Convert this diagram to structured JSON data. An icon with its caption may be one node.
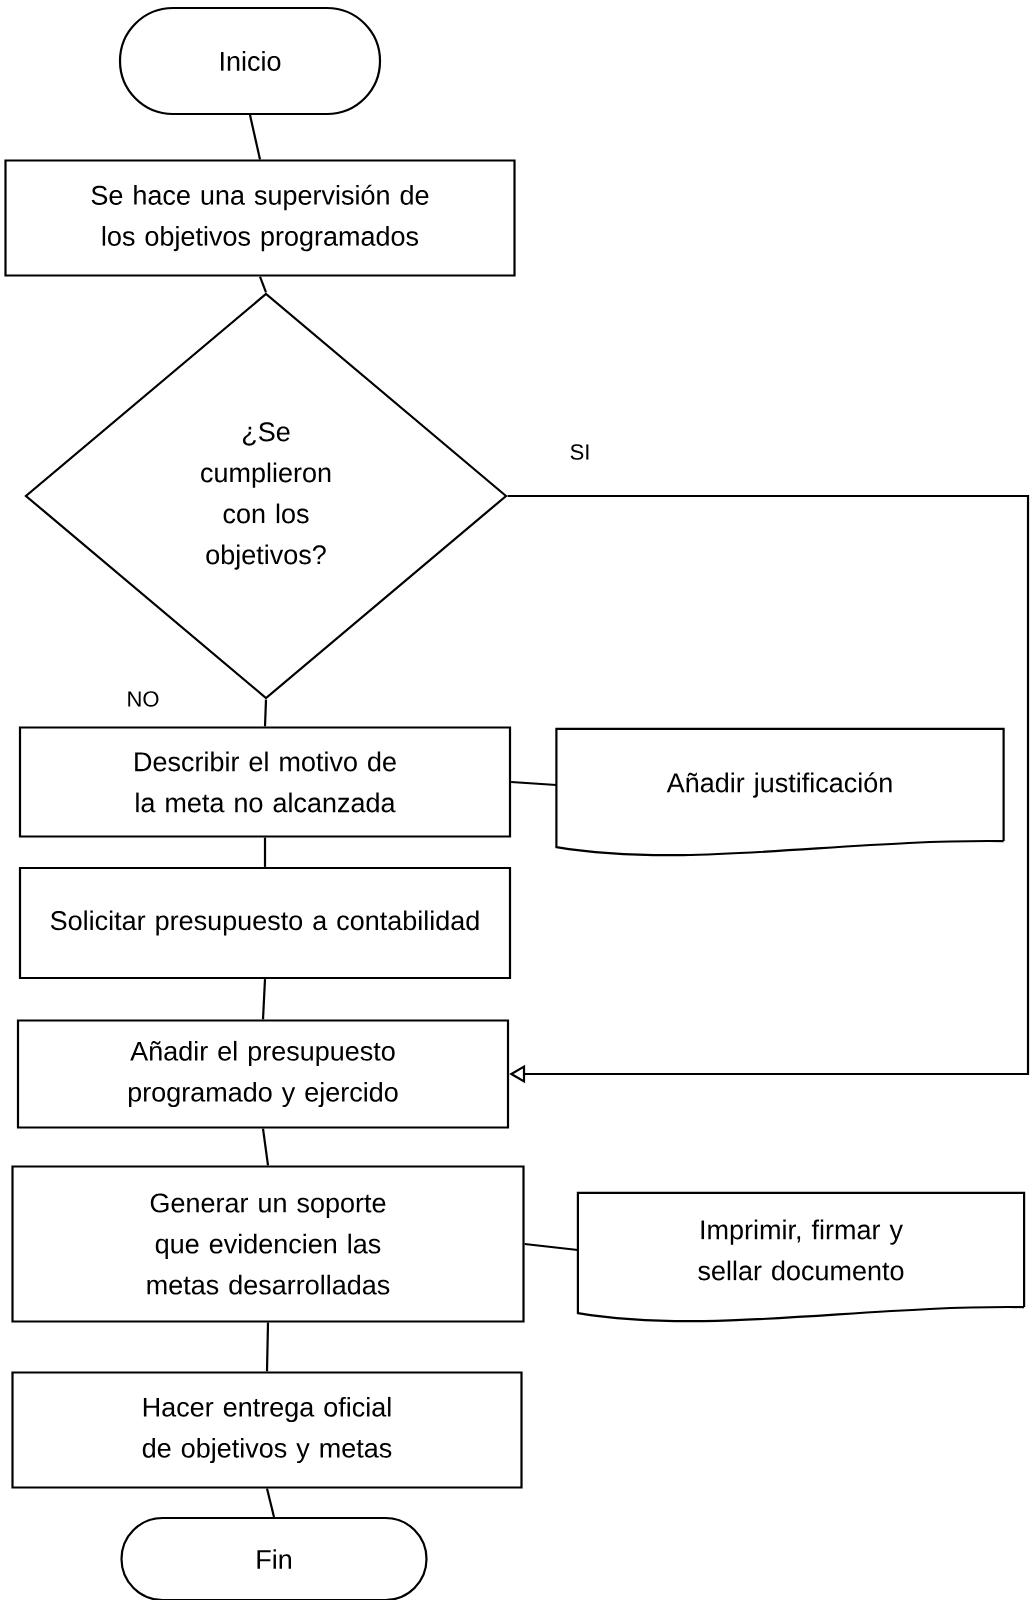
{
  "diagram": {
    "nodes": [
      {
        "text": [
          "Inicio"
        ]
      },
      {
        "text": [
          "Se hace una supervisión de los objetivos programados"
        ]
      },
      {
        "text": [
          "¿Se cumplieron con los objetivos?"
        ]
      },
      {
        "text": [
          "Describir el motivo de la meta no alcanzada"
        ]
      },
      {
        "text": [
          "Añadir justificación"
        ]
      },
      {
        "text": [
          "Solicitar presupuesto a contabilidad"
        ]
      },
      {
        "text": [
          "Añadir el presupuesto programado y ejercido"
        ]
      },
      {
        "text": [
          "Generar un soporte que evidencien las metas desarrolladas"
        ]
      },
      {
        "text": [
          "Imprimir, firmar y sellar documento"
        ]
      },
      {
        "text": [
          "Hacer entrega oficial de objetivos y metas"
        ]
      },
      {
        "text": [
          "Fin"
        ]
      }
    ],
    "edges": [
      {
        "from": 0,
        "to": 1,
        "arrow": "none"
      },
      {
        "from": 1,
        "to": 2,
        "arrow": "none"
      },
      {
        "from": 2,
        "to": 3,
        "arrow": "none",
        "label": "NO"
      },
      {
        "from": 3,
        "to": 4,
        "arrow": "none"
      },
      {
        "from": 3,
        "to": 5,
        "arrow": "none"
      },
      {
        "from": 5,
        "to": 6,
        "arrow": "none"
      },
      {
        "from": 2,
        "to": 6,
        "arrow": "to",
        "label": "SI"
      },
      {
        "from": 6,
        "to": 7,
        "arrow": "none"
      },
      {
        "from": 7,
        "to": 8,
        "arrow": "none"
      },
      {
        "from": 7,
        "to": 9,
        "arrow": "none"
      },
      {
        "from": 9,
        "to": 10,
        "arrow": "none"
      }
    ]
  }
}
